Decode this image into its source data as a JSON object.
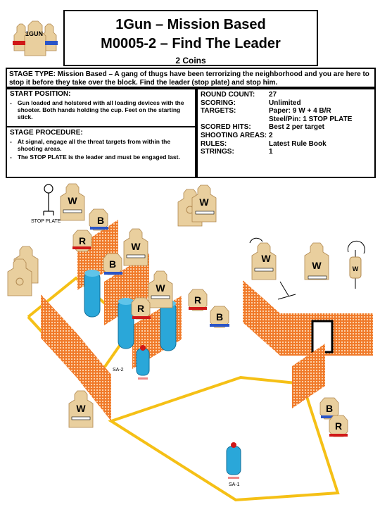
{
  "header": {
    "logo_text": "1GUN",
    "title": "1Gun – Mission Based",
    "subtitle": "M0005-2 – Find The Leader",
    "coins": "2 Coins"
  },
  "stage_type": "STAGE TYPE: Mission Based – A gang of thugs have been terrorizing the neighborhood and you are here to stop it before they take over the block.  Find the leader (stop plate) and stop him.",
  "start_position": {
    "heading": "START POSITION:",
    "items": [
      "Gun loaded and holstered with all loading devices with the shooter.  Both hands holding the cup.  Feet on the starting stick."
    ]
  },
  "procedure": {
    "heading": "STAGE PROCEDURE:",
    "items": [
      "At signal, engage all the threat targets from within the shooting areas.",
      "The STOP PLATE is the leader and must be engaged last."
    ]
  },
  "stats": [
    {
      "k": "ROUND COUNT:",
      "v": "27"
    },
    {
      "k": "SCORING:",
      "v": "Unlimited"
    },
    {
      "k": "TARGETS:",
      "v": "Paper: 9 W + 4 B/R"
    },
    {
      "k": "",
      "v": "Steel/Pin: 1 STOP PLATE"
    },
    {
      "k": "SCORED HITS:",
      "v": "Best 2 per target"
    },
    {
      "k": "SHOOTING AREAS:",
      "v": "2"
    },
    {
      "k": "RULES:",
      "v": "Latest Rule Book"
    },
    {
      "k": "STRINGS:",
      "v": "1"
    }
  ],
  "diagram": {
    "stop_plate_label": "STOP PLATE",
    "sa1_label": "SA-1",
    "sa2_label": "SA-2",
    "letters": {
      "w": "W",
      "b": "B",
      "r": "R"
    },
    "colors": {
      "target": "#e9cf9e",
      "wall": "#f07a2a",
      "area": "#f5c016",
      "barrel": "#2aa7d9",
      "blue": "#2a55c8",
      "red": "#d01818"
    }
  }
}
